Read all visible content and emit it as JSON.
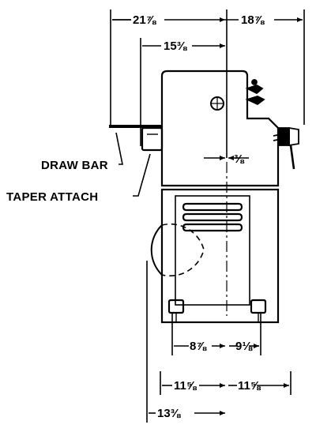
{
  "labels": {
    "draw_bar": "DRAW BAR",
    "taper_attach": "TAPER ATTACH"
  },
  "dimensions": {
    "top_left": "21⅞",
    "top_right": "18⅞",
    "upper_middle": "15⅜",
    "small_offset": "⅜",
    "lower_left": "8⅞",
    "lower_right": "9⅛",
    "base_left": "11⅝",
    "base_right": "11⅝",
    "bottom": "13⅜"
  },
  "colors": {
    "ink": "#000000",
    "paper": "#ffffff"
  }
}
